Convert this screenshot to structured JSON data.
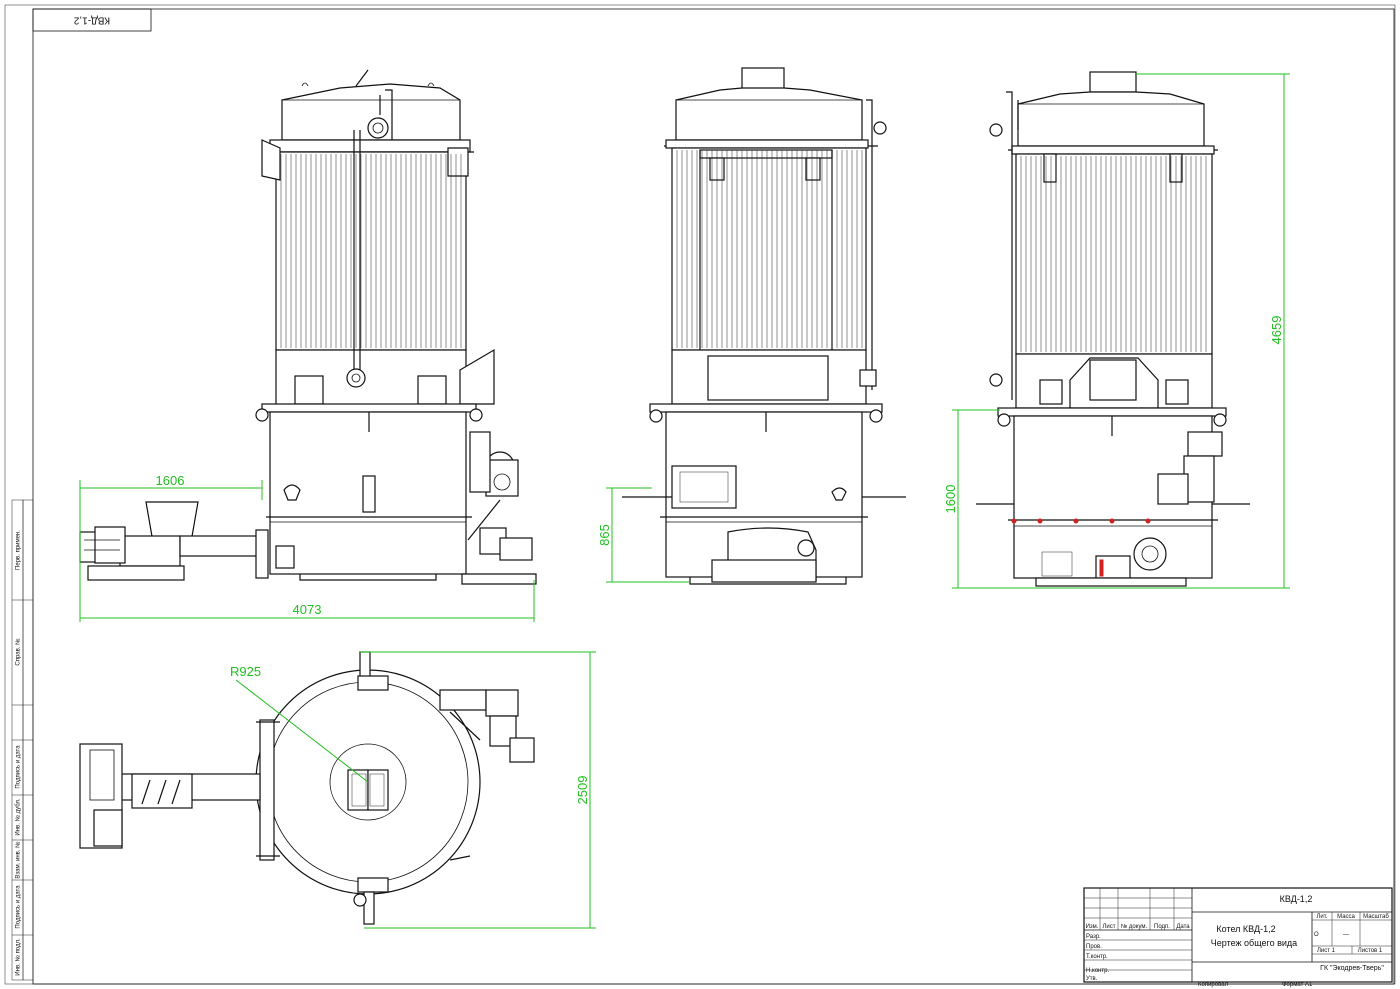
{
  "sheet": {
    "corner_stamp": "КВД-1,2",
    "side_labels": [
      "Перв. примен.",
      "Справ. №",
      "Подпись и дата",
      "Инв. № дубл.",
      "Взам. инв. №",
      "Подпись и дата",
      "Инв. № подл."
    ]
  },
  "dimensions": {
    "front_screw_len": "1606",
    "front_total_len": "4073",
    "side_burner_height": "865",
    "right_base_height": "1600",
    "right_total_height": "4659",
    "plan_radius": "R925",
    "plan_total_width": "2509"
  },
  "title_block": {
    "designation": "КВД-1,2",
    "name_line1": "Котел КВД-1,2",
    "name_line2": "Чертеж общего вида",
    "col_headers": [
      "Изм.",
      "Лист",
      "№ докум.",
      "Подп.",
      "Дата"
    ],
    "row_labels": [
      "Разр.",
      "Пров.",
      "Т.контр.",
      "",
      "Н.контр.",
      "Утв."
    ],
    "lit": "Лит.",
    "mass": "Масса",
    "scale": "Масштаб",
    "scale_value": "—",
    "sheet": "Лист 1",
    "sheets": "Листов 1",
    "org": "ГК \"Экодрев-Тверь\"",
    "copied": "Копировал",
    "format": "Формат А1",
    "mark_o": "О"
  }
}
